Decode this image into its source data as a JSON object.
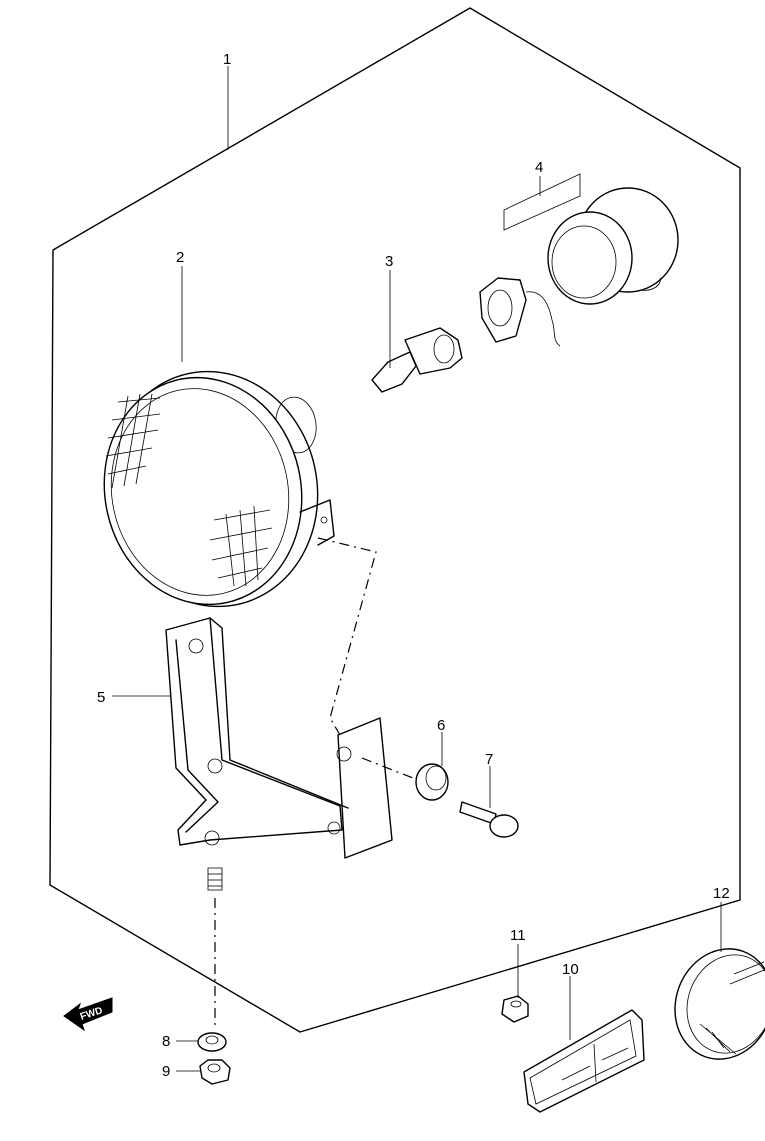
{
  "callouts": [
    {
      "id": "1",
      "label": "1"
    },
    {
      "id": "2",
      "label": "2"
    },
    {
      "id": "3",
      "label": "3"
    },
    {
      "id": "4",
      "label": "4"
    },
    {
      "id": "5",
      "label": "5"
    },
    {
      "id": "6",
      "label": "6"
    },
    {
      "id": "7",
      "label": "7"
    },
    {
      "id": "8",
      "label": "8"
    },
    {
      "id": "9",
      "label": "9"
    },
    {
      "id": "10",
      "label": "10"
    },
    {
      "id": "11",
      "label": "11"
    },
    {
      "id": "12",
      "label": "12"
    }
  ],
  "direction_marker": {
    "text": "FWD",
    "icon": "forward-arrow-icon"
  }
}
